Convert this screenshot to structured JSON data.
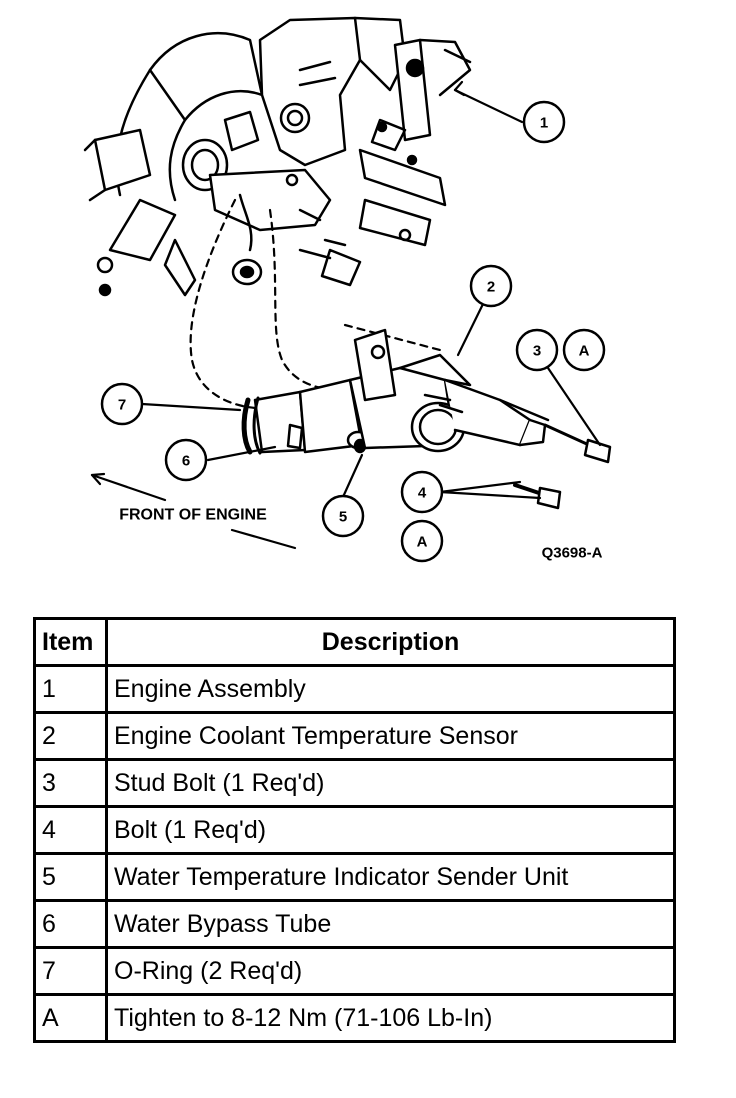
{
  "diagram": {
    "front_label": "FRONT OF ENGINE",
    "figure_code": "Q3698-A",
    "callouts": {
      "c1": "1",
      "c2": "2",
      "c3": "3",
      "c3a": "A",
      "c4": "4",
      "c4a": "A",
      "c5": "5",
      "c6": "6",
      "c7": "7"
    }
  },
  "table": {
    "header": {
      "item": "Item",
      "description": "Description"
    },
    "rows": [
      {
        "item": "1",
        "description": "Engine Assembly"
      },
      {
        "item": "2",
        "description": "Engine Coolant Temperature Sensor"
      },
      {
        "item": "3",
        "description": "Stud Bolt (1 Req'd)"
      },
      {
        "item": "4",
        "description": "Bolt (1 Req'd)"
      },
      {
        "item": "5",
        "description": "Water Temperature Indicator Sender Unit"
      },
      {
        "item": "6",
        "description": "Water Bypass Tube"
      },
      {
        "item": "7",
        "description": "O-Ring (2 Req'd)"
      },
      {
        "item": "A",
        "description": "Tighten to 8-12 Nm (71-106 Lb-In)"
      }
    ]
  }
}
